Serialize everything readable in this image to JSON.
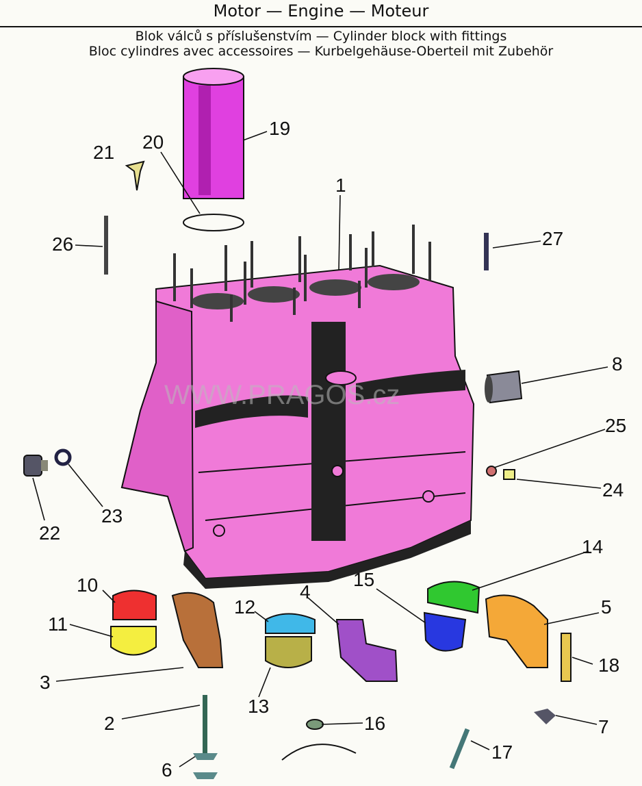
{
  "header": {
    "title": "Motor — Engine — Moteur",
    "subtitle_line1": "Blok válců s příslušenstvím — Cylinder block with fittings",
    "subtitle_line2": "Bloc cylindres avec accessoires — Kurbelgehäuse-Oberteil mit Zubehör"
  },
  "watermark": "WWW.PRAGOS.cz",
  "callouts": [
    "1",
    "2",
    "3",
    "4",
    "5",
    "6",
    "7",
    "8",
    "10",
    "11",
    "12",
    "13",
    "14",
    "15",
    "16",
    "17",
    "18",
    "19",
    "20",
    "21",
    "22",
    "23",
    "24",
    "25",
    "26",
    "27"
  ],
  "colors": {
    "block": "#f07ad8",
    "liner": "#e040e0",
    "red": "#ee3030",
    "yellow": "#f4ee40",
    "brown": "#b8703a",
    "cyan": "#40b8e8",
    "olive": "#b8b048",
    "purple": "#a050c8",
    "blue": "#2838e0",
    "green": "#30c830",
    "orange": "#f4a838"
  }
}
